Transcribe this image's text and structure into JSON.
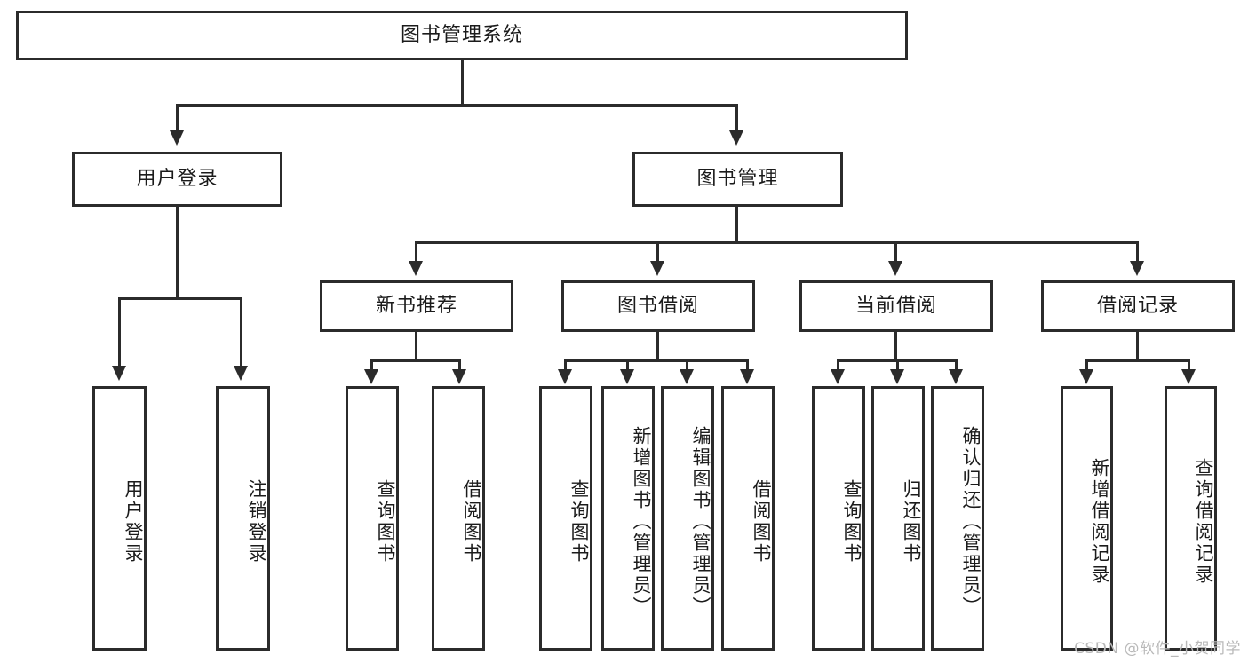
{
  "diagram": {
    "type": "tree-hierarchy-diagram",
    "title": "图书管理系统",
    "root": {
      "label": "图书管理系统"
    },
    "level2": [
      {
        "label": "用户登录"
      },
      {
        "label": "图书管理"
      }
    ],
    "level3": [
      {
        "label": "新书推荐"
      },
      {
        "label": "图书借阅"
      },
      {
        "label": "当前借阅"
      },
      {
        "label": "借阅记录"
      }
    ],
    "leaves": {
      "user_login": [
        {
          "label": "用户登录"
        },
        {
          "label": "注销登录"
        }
      ],
      "new_book_recommend": [
        {
          "label": "查询图书"
        },
        {
          "label": "借阅图书"
        }
      ],
      "book_borrow": [
        {
          "label": "查询图书"
        },
        {
          "label": "新增图书（管理员）"
        },
        {
          "label": "编辑图书（管理员）"
        },
        {
          "label": "借阅图书"
        }
      ],
      "current_borrow": [
        {
          "label": "查询图书"
        },
        {
          "label": "归还图书"
        },
        {
          "label": "确认归还（管理员）"
        }
      ],
      "borrow_record": [
        {
          "label": "新增借阅记录"
        },
        {
          "label": "查询借阅记录"
        }
      ]
    },
    "watermark": "CSDN @软件_小贺同学",
    "colors": {
      "stroke": "#2b2b2b",
      "fill": "#ffffff",
      "text": "#1b1b1b",
      "watermark": "#b9b9b9"
    }
  },
  "chart_data": {
    "type": "table",
    "title": "图书管理系统",
    "nodes": [
      "图书管理系统",
      "用户登录",
      "图书管理",
      "新书推荐",
      "图书借阅",
      "当前借阅",
      "借阅记录",
      "用户登录",
      "注销登录",
      "查询图书",
      "借阅图书",
      "查询图书",
      "新增图书（管理员）",
      "编辑图书（管理员）",
      "借阅图书",
      "查询图书",
      "归还图书",
      "确认归还（管理员）",
      "新增借阅记录",
      "查询借阅记录"
    ]
  }
}
